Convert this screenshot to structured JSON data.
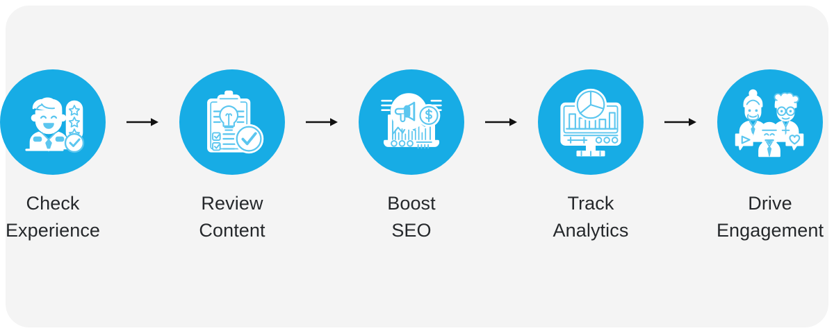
{
  "background": {
    "page_color": "#ffffff",
    "card_color": "#f4f4f4"
  },
  "theme": {
    "accent": "#17ace5",
    "icon_color": "#ffffff",
    "icon_stroke": "#5bc6ef",
    "text_color": "#25282b",
    "arrow_color": "#111111"
  },
  "diagram": {
    "type": "horizontal-process-flow",
    "step_count": 5,
    "connector_icon": "arrow-right-icon",
    "steps": [
      {
        "index": 1,
        "label": "Check\nExperience",
        "line1": "Check",
        "line2": "Experience",
        "icon": "customer-experience-rating-icon"
      },
      {
        "index": 2,
        "label": "Review\nContent",
        "line1": "Review",
        "line2": "Content",
        "icon": "clipboard-lightbulb-checklist-icon"
      },
      {
        "index": 3,
        "label": "Boost\nSEO",
        "line1": "Boost",
        "line2": "SEO",
        "icon": "megaphone-dollar-chart-icon"
      },
      {
        "index": 4,
        "label": "Track\nAnalytics",
        "line1": "Track",
        "line2": "Analytics",
        "icon": "monitor-pie-bar-chart-icon"
      },
      {
        "index": 5,
        "label": "Drive\nEngagement",
        "line1": "Drive",
        "line2": "Engagement",
        "icon": "people-engagement-bubbles-icon"
      }
    ]
  }
}
